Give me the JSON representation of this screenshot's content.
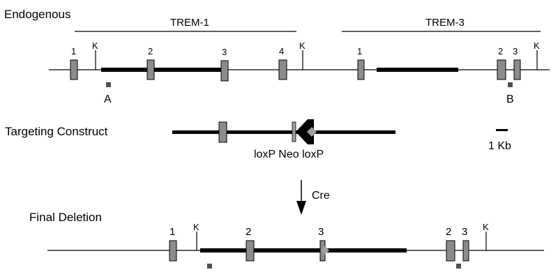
{
  "rows": {
    "endogenous": "Endogenous",
    "targeting": "Targeting Construct",
    "final": "Final Deletion"
  },
  "genes": {
    "trem1": "TREM-1",
    "trem3": "TREM-3"
  },
  "exons": {
    "endogenous": [
      "1",
      "2",
      "3",
      "4",
      "1",
      "2",
      "3"
    ],
    "final": [
      "1",
      "2",
      "3",
      "2",
      "3"
    ]
  },
  "site_label": "K",
  "probes": {
    "a": "A",
    "b": "B"
  },
  "construct": {
    "cassette_label": "loxP Neo loxP",
    "scale_label": "1 Kb"
  },
  "recombinase": "Cre",
  "colors": {
    "exon_fill": "#8c8c8c",
    "probe": "#505050",
    "loxp": "#a0a0a0",
    "line": "#000000"
  }
}
